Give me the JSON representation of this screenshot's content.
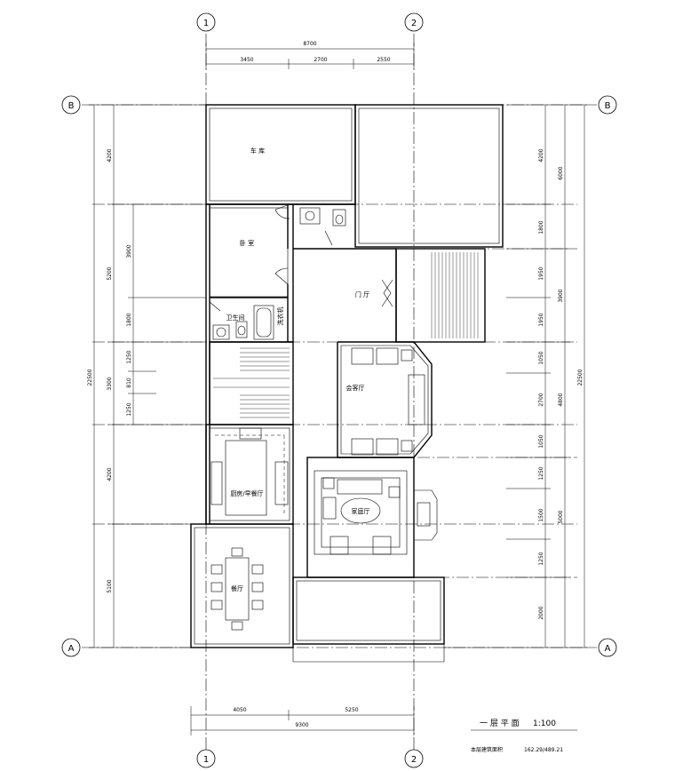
{
  "axes": {
    "col_1": "1",
    "col_2": "2",
    "row_B": "B",
    "row_A": "A"
  },
  "dims_top": {
    "total": "8700",
    "seg1": "3450",
    "seg2": "2700",
    "seg3": "2550"
  },
  "dims_bottom": {
    "seg1": "4050",
    "seg2": "5250",
    "total": "9300"
  },
  "dims_left": {
    "outer_total": "22500",
    "mid1": "5200",
    "mid2": "3300",
    "a1": "4200",
    "a2": "3900",
    "a3": "1800",
    "a4": "1250",
    "a5": "810",
    "a6": "1250",
    "a7": "4200",
    "a8": "5100"
  },
  "dims_right": {
    "outer_total": "22500",
    "b1": "6000",
    "b2": "3900",
    "b3": "4800",
    "b4": "5000",
    "c1": "4200",
    "c2": "1800",
    "c3": "1950",
    "c4": "1950",
    "c5": "1050",
    "c6": "2700",
    "c7": "1050",
    "c8": "1250",
    "c9": "1500",
    "c10": "1250",
    "c11": "2000"
  },
  "rooms": {
    "garage": "车 库",
    "bedroom": "卧 室",
    "bath": "卫生间",
    "laundry": "洗衣机",
    "foyer": "门 厅",
    "living": "会客厅",
    "kitchen": "厨房/早餐厅",
    "family": "家庭厅",
    "dining": "餐厅"
  },
  "title": {
    "name": "一 层 平 面",
    "scale": "1:100",
    "area_label": "本层建筑面积",
    "area_value": "162.29/489.21"
  }
}
